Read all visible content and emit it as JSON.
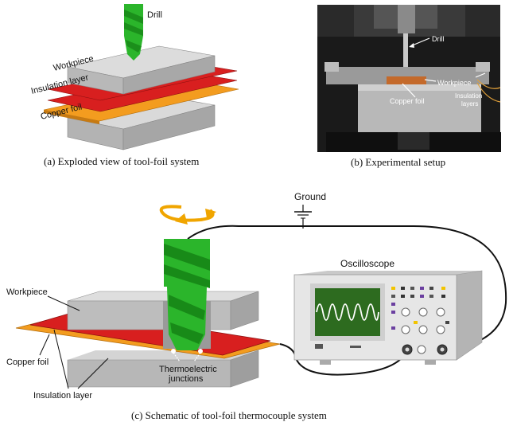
{
  "panel_a": {
    "labels": {
      "drill": "Drill",
      "workpiece": "Workpiece",
      "insulation_layer": "Insulation layer",
      "copper_foil": "Copper foil"
    },
    "caption": "(a) Exploded view of tool-foil system"
  },
  "panel_b": {
    "labels": {
      "drill": "Drill",
      "workpiece": "Workpiece",
      "copper_foil": "Copper foil",
      "insulation_line1": "Insulation",
      "insulation_line2": "layers"
    },
    "caption": "(b) Experimental setup"
  },
  "panel_c": {
    "labels": {
      "ground": "Ground",
      "oscilloscope": "Oscilloscope",
      "workpiece": "Workpiece",
      "copper_foil": "Copper foil",
      "insulation_layer": "Insulation layer",
      "junctions_line1": "Thermoelectric",
      "junctions_line2": "junctions"
    },
    "caption": "(c) Schematic of tool-foil thermocouple system"
  },
  "colors": {
    "drill_green": "#2bb52b",
    "insulation_red": "#d81f1f",
    "copper_orange": "#f39c1f",
    "workpiece_gray": "#c8c8c8",
    "wire_black": "#111111",
    "rotation_arrow": "#f0a500",
    "scope_screen": "#2d6b1f",
    "scope_wave": "#ffffff"
  }
}
